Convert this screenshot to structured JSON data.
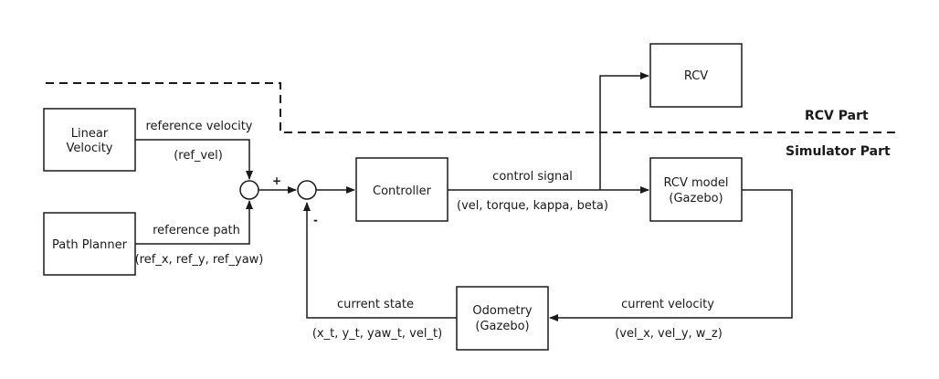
{
  "blocks": {
    "linear_velocity": [
      "Linear",
      "Velocity"
    ],
    "path_planner": "Path Planner",
    "controller": "Controller",
    "rcv": "RCV",
    "rcv_model": [
      "RCV model",
      "(Gazebo)"
    ],
    "odometry": [
      "Odometry",
      "(Gazebo)"
    ]
  },
  "signals": {
    "reference_velocity": "reference velocity",
    "ref_vel": "(ref_vel)",
    "reference_path": "reference path",
    "ref_path_vars": "(ref_x, ref_y, ref_yaw)",
    "control_signal": "control signal",
    "control_vars": "(vel, torque, kappa, beta)",
    "current_velocity": "current velocity",
    "velocity_vars": "(vel_x, vel_y, w_z)",
    "current_state": "current state",
    "state_vars": "(x_t, y_t, yaw_t, vel_t)"
  },
  "summing": {
    "plus": "+",
    "minus": "-"
  },
  "regions": {
    "rcv_part": "RCV Part",
    "simulator_part": "Simulator Part"
  }
}
